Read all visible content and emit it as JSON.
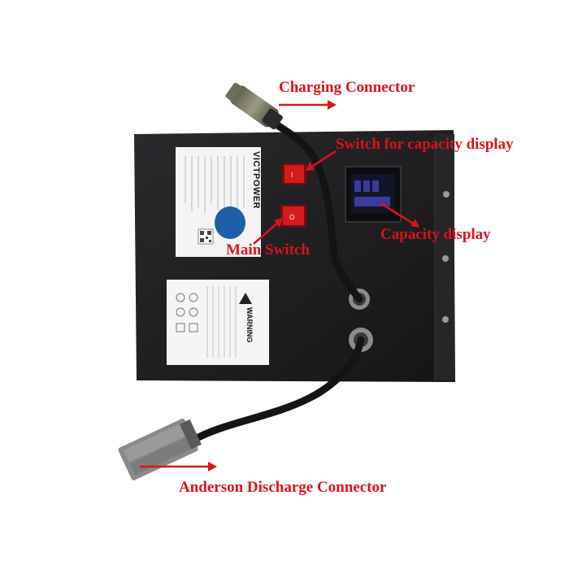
{
  "labels": {
    "charging_connector": "Charging Connector",
    "switch_for_capacity_display": "Switch for capacity display",
    "main_switch": "Main Switch",
    "capacity_display": "Capacity display",
    "anderson_discharge_connector": "Anderson Discharge Connector"
  },
  "product_label": {
    "brand": "VICTPOWER"
  },
  "warning_label": {
    "title": "WARNING"
  },
  "colors": {
    "callout": "#d8141a",
    "battery_body": "#1e1e20",
    "switch": "#c81a1a",
    "connector": "#8a8a8a"
  }
}
